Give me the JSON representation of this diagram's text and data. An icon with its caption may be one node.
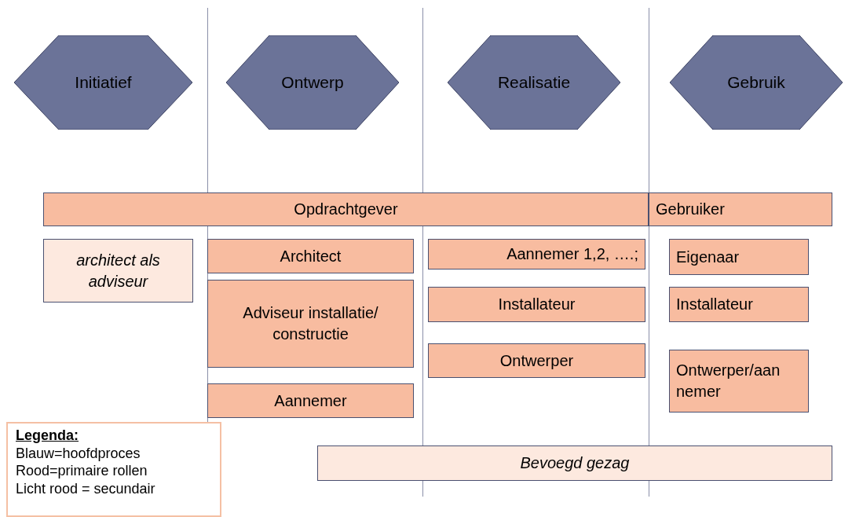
{
  "diagram": {
    "nodes": [
      {
        "text": [
          "Initiatief"
        ]
      },
      {
        "text": [
          "Ontwerp"
        ]
      },
      {
        "text": [
          "Realisatie"
        ]
      },
      {
        "text": [
          "Gebruik"
        ]
      },
      {
        "text": [
          "Opdrachtgever"
        ]
      },
      {
        "text": [
          "Gebruiker"
        ]
      },
      {
        "text": [
          "architect als adviseur"
        ]
      },
      {
        "text": [
          "Architect"
        ]
      },
      {
        "text": [
          "Adviseur installatie/ constructie"
        ]
      },
      {
        "text": [
          "Aannemer"
        ]
      },
      {
        "text": [
          "Aannemer 1,2, ….;"
        ]
      },
      {
        "text": [
          "Installateur"
        ]
      },
      {
        "text": [
          "Ontwerper"
        ]
      },
      {
        "text": [
          "Eigenaar"
        ]
      },
      {
        "text": [
          "Installateur"
        ]
      },
      {
        "text": [
          "Ontwerper/aan nemer"
        ]
      },
      {
        "text": [
          "Legenda:",
          "Blauw=hoofdproces",
          "Rood=primaire rollen",
          "Licht rood = secundair"
        ]
      },
      {
        "text": [
          "Bevoegd gezag"
        ]
      }
    ]
  }
}
